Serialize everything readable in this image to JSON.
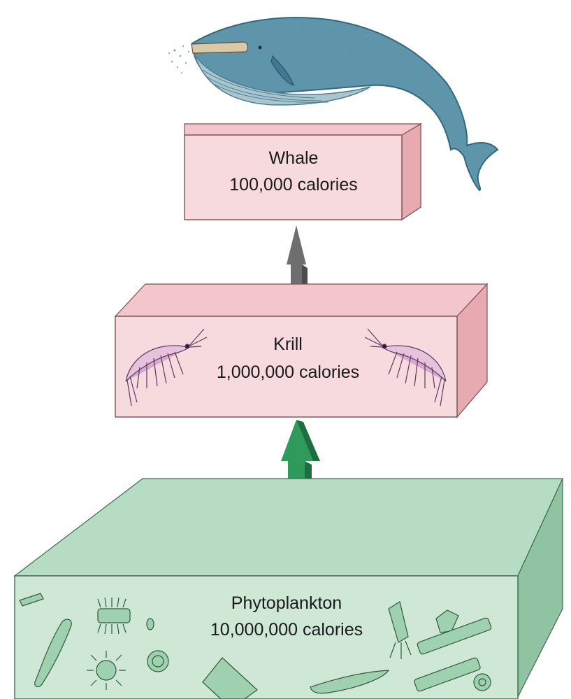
{
  "levels": {
    "whale": {
      "name": "Whale",
      "calories": "100,000 calories"
    },
    "krill": {
      "name": "Krill",
      "calories": "1,000,000 calories"
    },
    "phytoplankton": {
      "name": "Phytoplankton",
      "calories": "10,000,000 calories"
    }
  },
  "colors": {
    "pink_front": "#f6dadd",
    "pink_top": "#f3c6cb",
    "pink_side": "#e8aab1",
    "green_front": "#cfe8d6",
    "green_top": "#b6dcc3",
    "green_side": "#8fc3a2",
    "whale_body": "#5f95ab",
    "whale_belly": "#a9c6cf",
    "arrow_gray": "#6e6e6e",
    "arrow_green": "#2e9a5c"
  },
  "icons": [
    "whale-illustration",
    "krill-icon",
    "phytoplankton-icon"
  ]
}
